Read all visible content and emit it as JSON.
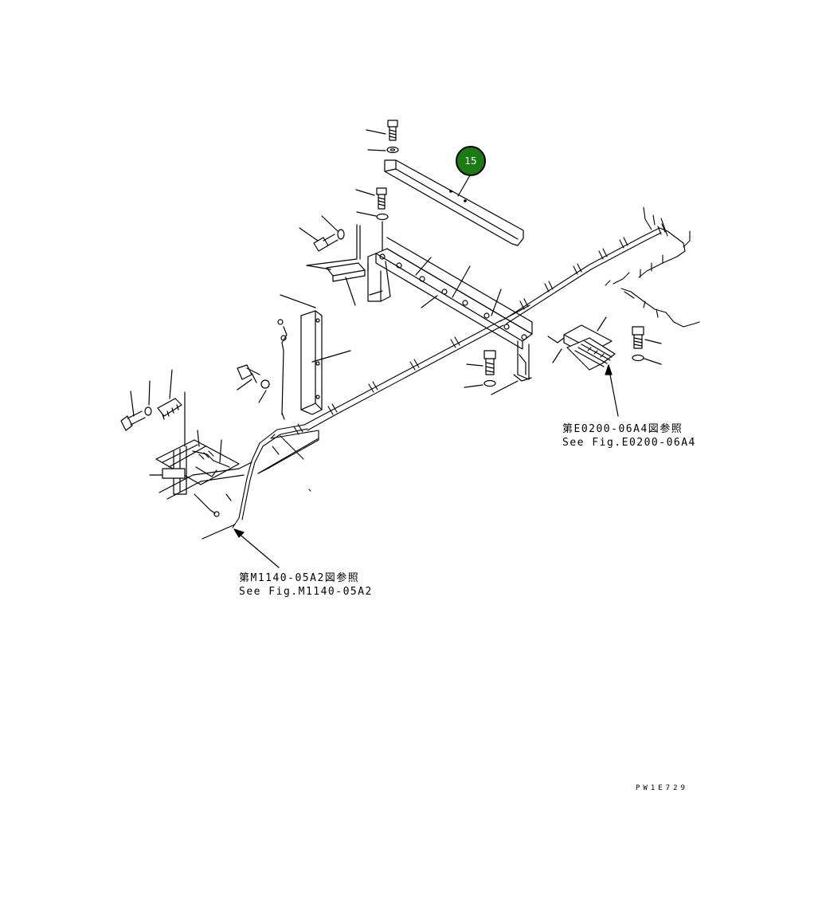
{
  "callout": {
    "number": "15",
    "color": "#1a7a14"
  },
  "references": {
    "e0200": {
      "line_ja": "第E0200-06A4図参照",
      "line_en": "See Fig.E0200-06A4"
    },
    "m1140": {
      "line_ja": "第M1140-05A2図参照",
      "line_en": "See Fig.M1140-05A2"
    }
  },
  "drawing_code": "PW1E729"
}
